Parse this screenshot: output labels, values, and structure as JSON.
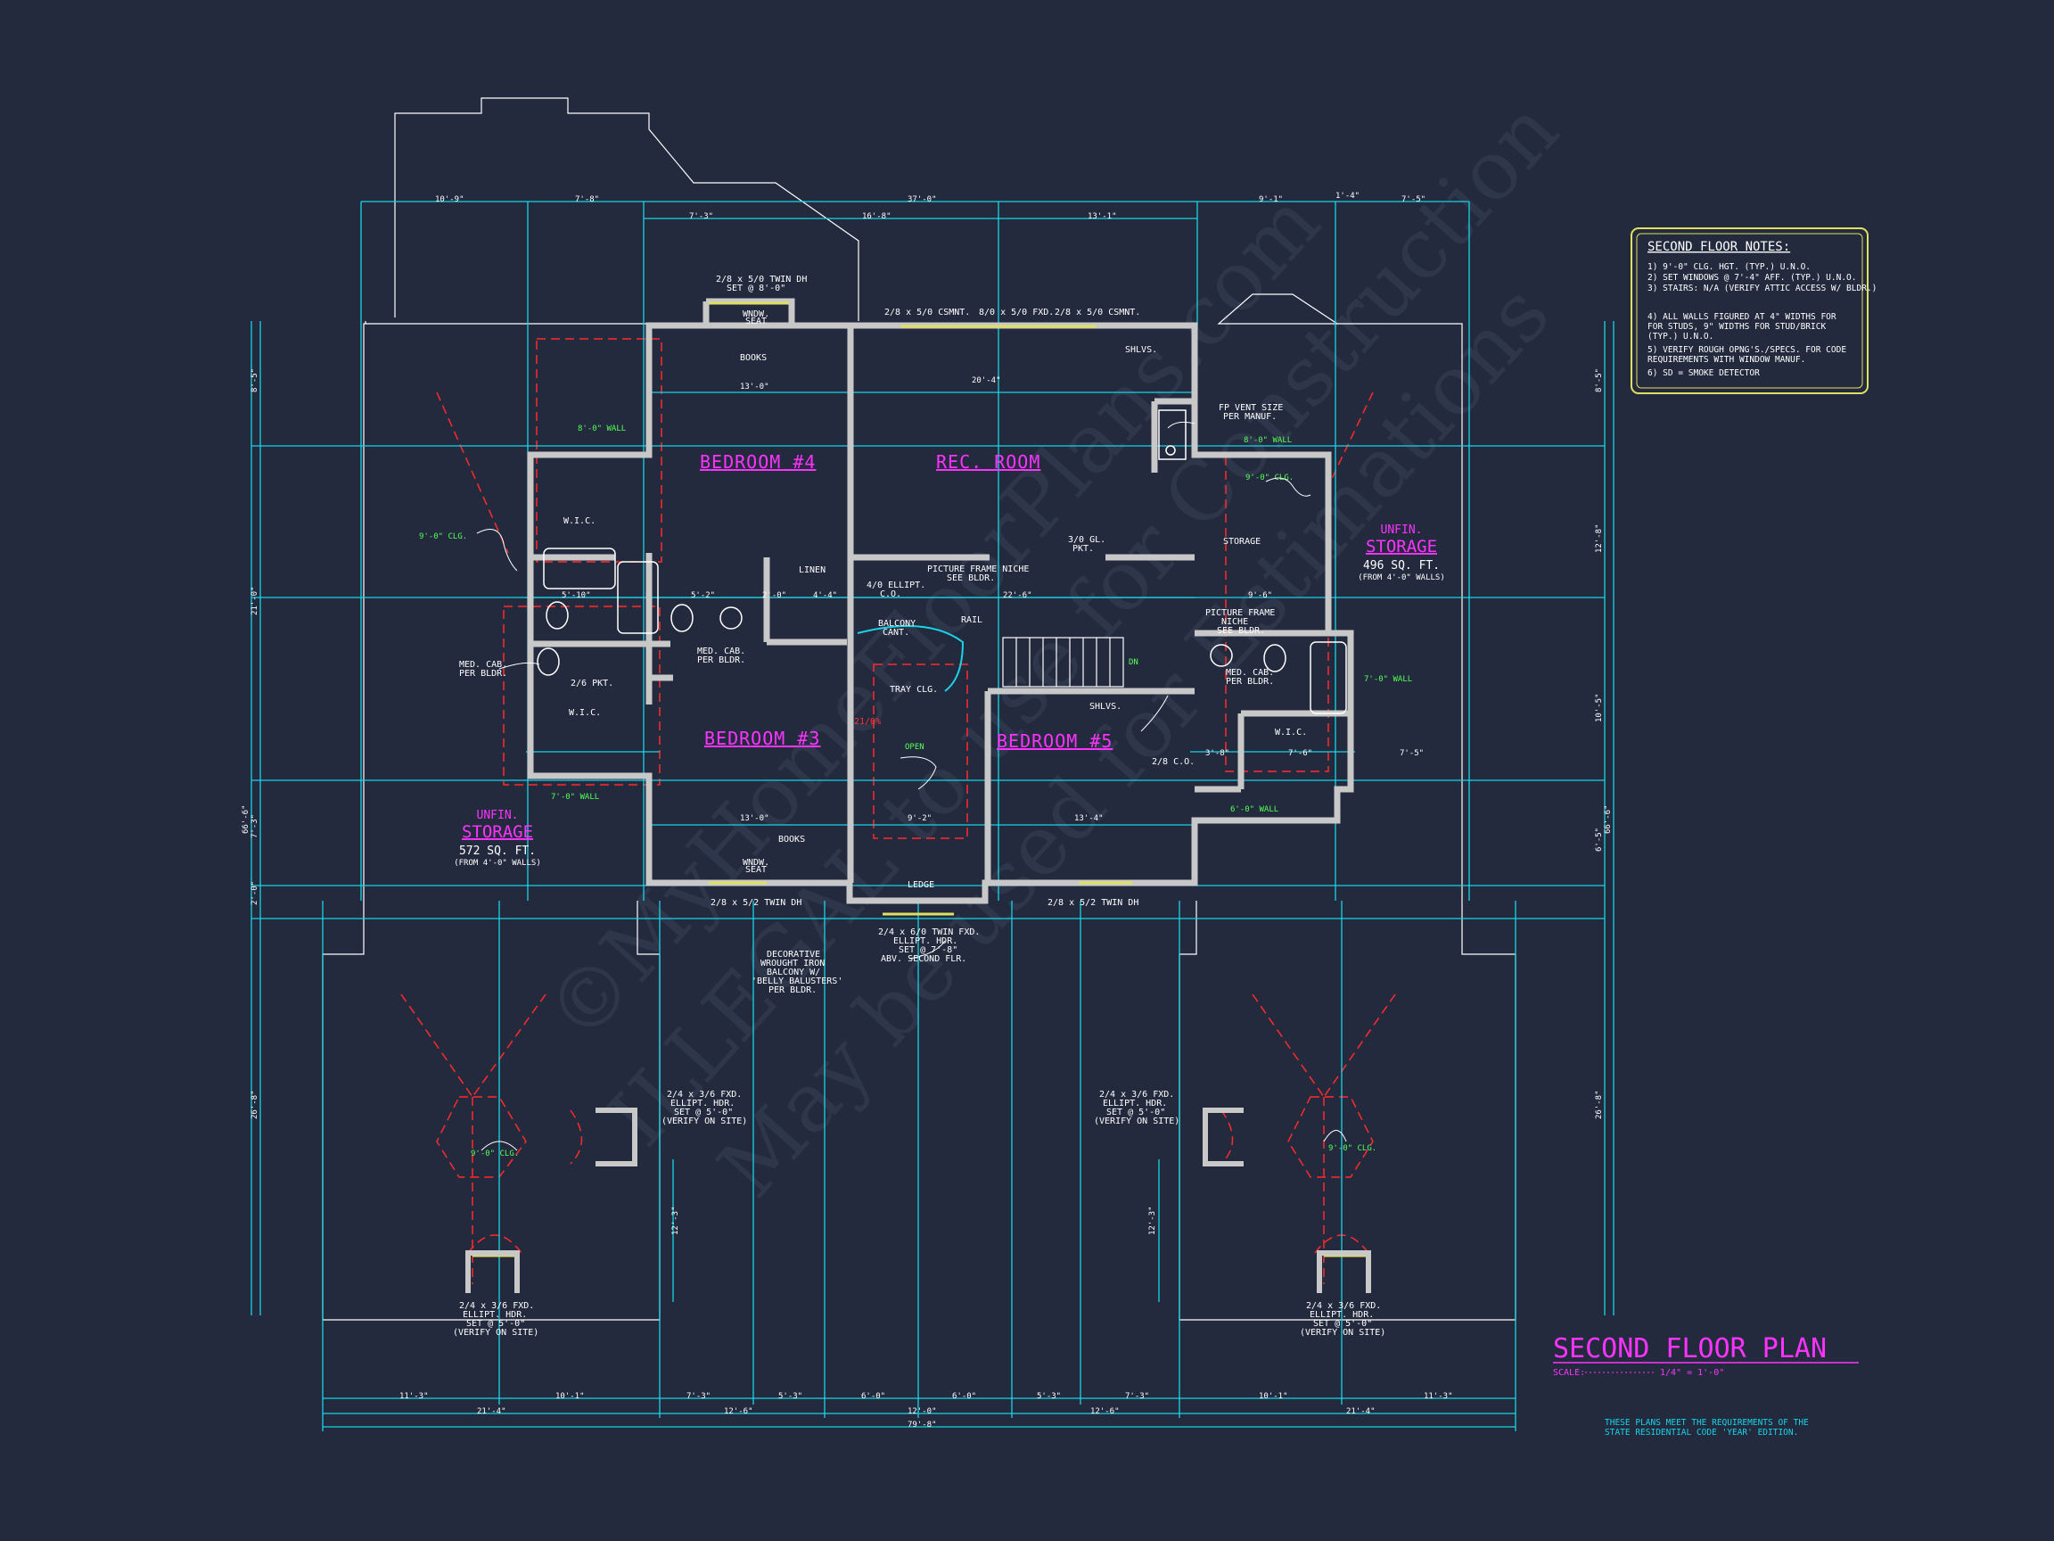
{
  "plan": {
    "title": "SECOND FLOOR PLAN",
    "scale_label": "SCALE:",
    "scale_value": "1/4\" = 1'-0\"",
    "code_note": [
      "THESE PLANS MEET THE REQUIREMENTS OF THE",
      "STATE RESIDENTIAL CODE 'YEAR' EDITION."
    ]
  },
  "notes_box": {
    "title": "SECOND FLOOR NOTES:",
    "lines": [
      "1) 9'-0\" CLG. HGT. (TYP.) U.N.O.",
      "2) SET WINDOWS @ 7'-4\" AFF. (TYP.) U.N.O.",
      "3) STAIRS: N/A (VERIFY ATTIC ACCESS W/ BLDR.)",
      "",
      "4) ALL WALLS FIGURED AT 4\" WIDTHS FOR",
      "   FOR STUDS, 9\" WIDTHS FOR STUD/BRICK",
      "   (TYP.) U.N.O.",
      "5) VERIFY ROUGH OPNG'S./SPECS. FOR CODE",
      "   REQUIREMENTS WITH WINDOW MANUF.",
      "6) SD = SMOKE DETECTOR"
    ]
  },
  "rooms": {
    "bedroom4": "BEDROOM #4",
    "rec_room": "REC. ROOM",
    "bedroom3": "BEDROOM #3",
    "bedroom5": "BEDROOM #5",
    "storage": "STORAGE",
    "linen": "LINEN",
    "wic": "W.I.C.",
    "open": "OPEN"
  },
  "unfin_storage_right": {
    "line1": "UNFIN.",
    "line2": "STORAGE",
    "area": "496 SQ. FT.",
    "note": "(FROM 4'-0\" WALLS)"
  },
  "unfin_storage_left": {
    "line1": "UNFIN.",
    "line2": "STORAGE",
    "area": "572 SQ. FT.",
    "note": "(FROM 4'-0\" WALLS)"
  },
  "labels": {
    "twin_dh_top": [
      "2/8 x 5/0 TWIN DH",
      "SET @ 8'-0\""
    ],
    "csmnt_left": "2/8 x 5/0 CSMNT.",
    "fxd_top": "8/0 x 5/0 FXD.",
    "csmnt_right": "2/8 x 5/0 CSMNT.",
    "window_seat": [
      "WNDW.",
      "SEAT"
    ],
    "books": "BOOKS",
    "shlvs": "SHLVS.",
    "fp_vent": [
      "FP VENT SIZE",
      "PER MANUF."
    ],
    "wall8": "8'-0\" WALL",
    "clg9": "9'-0\" CLG.",
    "clg9b": "9'-0\" CLG.",
    "elipt": [
      "4/0 ELLIPT.",
      "C.O."
    ],
    "picture_niche": [
      "PICTURE FRAME NICHE",
      "SEE BLDR."
    ],
    "gl_pkt": [
      "3/0 GL.",
      "PKT."
    ],
    "balcony": [
      "BALCONY",
      "CANT."
    ],
    "rail": "RAIL",
    "med_cab_left": [
      "MED. CAB.",
      "PER BLDR."
    ],
    "med_cab_mid": [
      "MED. CAB.",
      "PER BLDR."
    ],
    "med_cab_right": [
      "MED. CAB.",
      "PER BLDR."
    ],
    "picture_niche_right": [
      "PICTURE FRAME",
      "NICHE",
      "SEE BLDR."
    ],
    "tray_clg": "TRAY CLG.",
    "dn": "DN",
    "pkt": "2/6 PKT.",
    "wall7": "7'-0\" WALL",
    "wall7b": "7'-0\" WALL",
    "wall6": "6'-0\" WALL",
    "twin_dh_left": "2/8 x 5/2 TWIN DH",
    "twin_dh_right": "2/8 x 5/2 TWIN DH",
    "ledge": "LEDGE",
    "twin_fxd": [
      "2/4 x 6/0 TWIN FXD.",
      "ELLIPT. HDR.",
      "SET @ 7'-8\"",
      "ABV. SECOND FLR."
    ],
    "iron_balcony": [
      "DECORATIVE",
      "WROUGHT IRON",
      "BALCONY W/",
      "'BELLY BALUSTERS'",
      "PER BLDR."
    ],
    "fxd_left": [
      "2/4 x 3/6 FXD.",
      "ELLIPT. HDR.",
      "SET @ 5'-0\"",
      "(VERIFY ON SITE)"
    ],
    "fxd_right": [
      "2/4 x 3/6 FXD.",
      "ELLIPT. HDR.",
      "SET @ 5'-0\"",
      "(VERIFY ON SITE)"
    ],
    "fxd_bl": [
      "2/4 x 3/6 FXD.",
      "ELLIPT. HDR.",
      "SET @ 5'-0\"",
      "(VERIFY ON SITE)"
    ],
    "fxd_br": [
      "2/4 x 3/6 FXD.",
      "ELLIPT. HDR.",
      "SET @ 5'-0\"",
      "(VERIFY ON SITE)"
    ],
    "clg_left_lower": "9'-0\" CLG.",
    "clg_right_lower": "9'-0\" CLG.",
    "clg_left_upper": "9'-0\" CLG.",
    "co": "2/8 C.O.",
    "opening": "21/0%"
  },
  "dims": {
    "top_row": [
      "10'-9\"",
      "7'-8\"",
      "7'-3\"",
      "16'-8\"",
      "13'-1\"",
      "9'-1\"",
      "7'-5\""
    ],
    "top_total": "37'-0\"",
    "top_small": "1'-4\"",
    "bottom_row1": [
      "11'-3\"",
      "10'-1\"",
      "7'-3\"",
      "5'-3\"",
      "6'-0\"",
      "6'-0\"",
      "5'-3\"",
      "7'-3\"",
      "10'-1\"",
      "11'-3\""
    ],
    "bottom_row2": [
      "21'-4\"",
      "12'-6\"",
      "12'-0\"",
      "12'-6\"",
      "21'-4\""
    ],
    "bottom_total": "79'-8\"",
    "left_col": [
      "8'-5\"",
      "21'-0\"",
      "7'-3\"",
      "2'-0\"",
      "26'-8\""
    ],
    "left_total": "66'-6\"",
    "right_col": [
      "8'-5\"",
      "12'-8\"",
      "10'-5\"",
      "6'-5\"",
      "26'-8\""
    ],
    "right_total": "66'-6\"",
    "interior": [
      "13'-0\"",
      "20'-4\"",
      "13'-0\"",
      "9'-2\"",
      "13'-4\"",
      "22'-6\"",
      "5'-2\"",
      "5'-10\"",
      "2'-0\"",
      "4'-4\"",
      "9'-6\"",
      "3'-8\"",
      "7'-6\"",
      "7'-5\"",
      "12'-3\"",
      "12'-3\""
    ]
  },
  "watermark": [
    "©MyHomeFloorPlans.com",
    "ILLEGAL to use for Construction",
    "May be used for Estimations"
  ],
  "colors": {
    "background": "#232a3e",
    "dimension": "#19d4e6",
    "wall": "#c8c8c8",
    "room_label": "#ff33ff",
    "hidden": "#ff2a2a",
    "note_box": "#e0e060",
    "window": "#e0e060"
  }
}
